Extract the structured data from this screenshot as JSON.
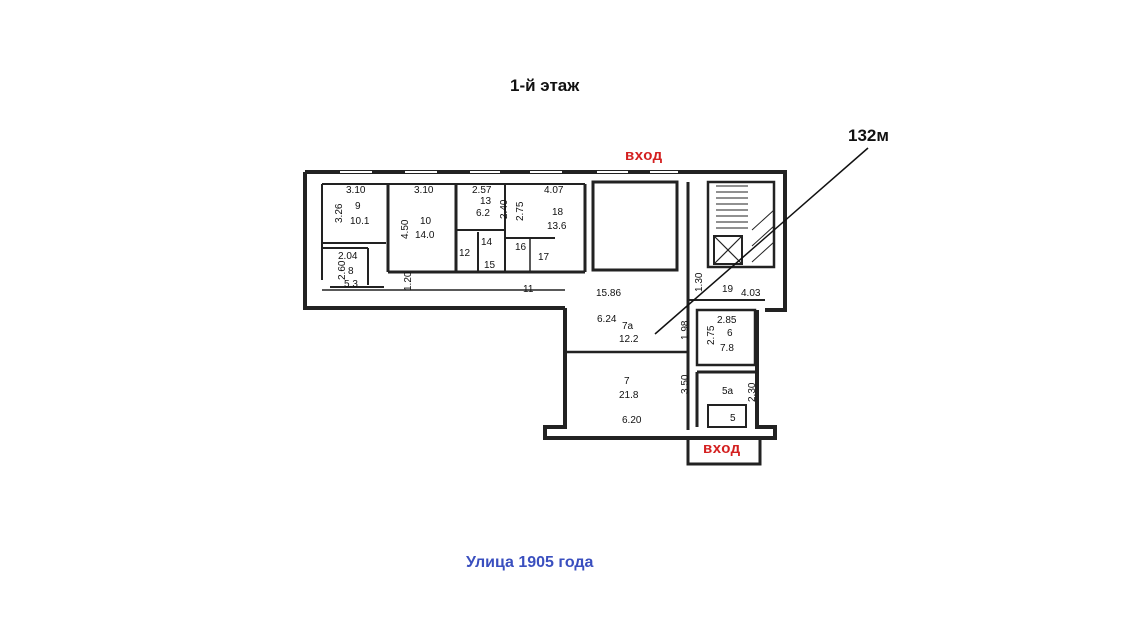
{
  "title": "1-й этаж",
  "street": "Улица 1905 года",
  "area_callout": "132м",
  "entrance_labels": {
    "top": "вход",
    "bottom": "вход"
  },
  "colors": {
    "entrance": "#d42020",
    "street": "#3a4fbf",
    "walls": "#222222"
  },
  "rooms": [
    {
      "id": "9",
      "number": "9",
      "area": "10.1",
      "width": "3.10",
      "depth": "3.26"
    },
    {
      "id": "10",
      "number": "10",
      "area": "14.0",
      "width": "3.10",
      "depth": "4.50"
    },
    {
      "id": "13",
      "number": "13",
      "area": "6.2",
      "width": "2.57",
      "depth": "2.40"
    },
    {
      "id": "18",
      "number": "18",
      "area": "13.6",
      "width": "4.07",
      "depth": "2.75"
    },
    {
      "id": "8",
      "number": "8",
      "area": "5.3",
      "width": "2.04",
      "depth": "2.60"
    },
    {
      "id": "7a",
      "number": "7а",
      "area": "12.2",
      "width": "6.24",
      "depth": "1.98"
    },
    {
      "id": "6",
      "number": "6",
      "area": "7.8",
      "width": "2.85",
      "depth": "2.75"
    },
    {
      "id": "7",
      "number": "7",
      "area": "21.8",
      "width": "6.20",
      "depth": "3.50"
    },
    {
      "id": "5a",
      "number": "5а",
      "area": "",
      "width": "",
      "depth": "2.30"
    }
  ],
  "small_rooms": [
    "12",
    "14",
    "15",
    "16",
    "17",
    "5"
  ],
  "corridor": {
    "number": "11",
    "width": "1.20",
    "length": "15.86"
  },
  "room_19": {
    "number": "19",
    "width": "4.03",
    "depth": "1.30"
  }
}
